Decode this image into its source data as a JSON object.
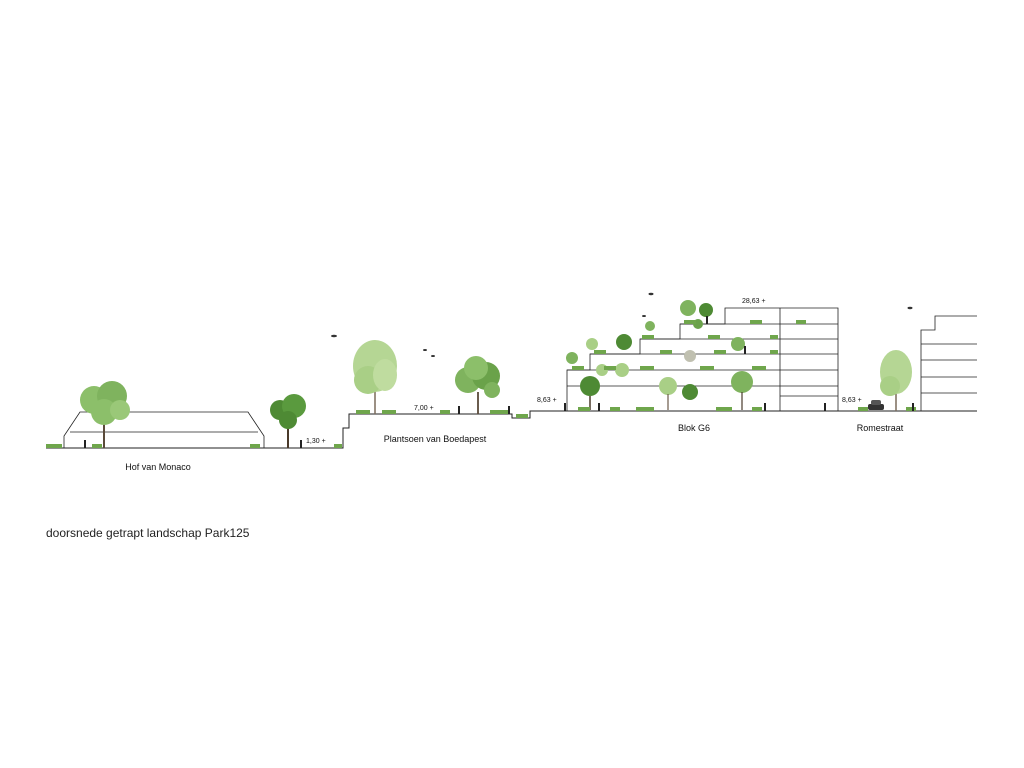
{
  "zones": {
    "hof_van_monaco": "Hof van Monaco",
    "plantsoen": "Plantsoen van Boedapest",
    "blok_g6": "Blok G6",
    "romestraat": "Romestraat"
  },
  "levels": {
    "l1": "1,30 +",
    "l2": "7,00 +",
    "l3": "8,63 +",
    "l4": "28,63 +",
    "l5": "8,63 +"
  },
  "caption": "doorsnede getrapt landschap Park125",
  "colors": {
    "tree_light": "#a9cf86",
    "tree_mid": "#7fb35e",
    "tree_dark": "#4e8a34",
    "shrub": "#6fa64c",
    "line": "#222222"
  }
}
